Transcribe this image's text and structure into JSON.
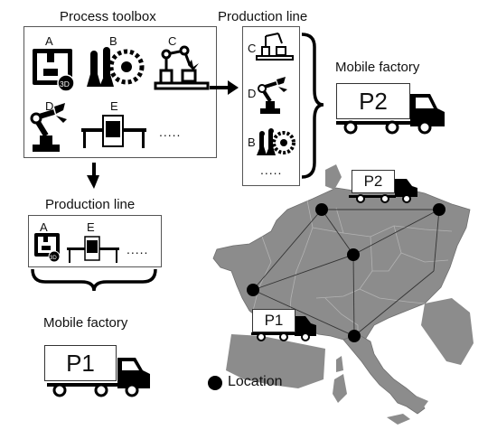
{
  "toolbox": {
    "title": "Process toolbox",
    "letters": [
      "A",
      "B",
      "C",
      "D",
      "E"
    ],
    "more": ".....",
    "icons": [
      "3d-printer-icon",
      "robot-gear-icon",
      "robot-arm-welding-icon",
      "robot-arm-icon",
      "conveyor-machine-icon"
    ],
    "badge_3d": "3D"
  },
  "production_line_right": {
    "title": "Production line",
    "letters": [
      "C",
      "D",
      "B"
    ],
    "more": "....."
  },
  "production_line_left": {
    "title": "Production line",
    "letters": [
      "A",
      "E"
    ],
    "more": ".....",
    "badge_3d": "3D"
  },
  "mobile_factory_right": {
    "title": "Mobile factory",
    "plate": "P2"
  },
  "mobile_factory_left": {
    "title": "Mobile factory",
    "plate": "P1"
  },
  "map": {
    "truck_p2": "P2",
    "truck_p1": "P1",
    "legend": "Location"
  },
  "colors": {
    "map_fill": "#8c8c8c",
    "map_border": "#b3b3b3",
    "node": "#000000",
    "truck": "#000000"
  }
}
